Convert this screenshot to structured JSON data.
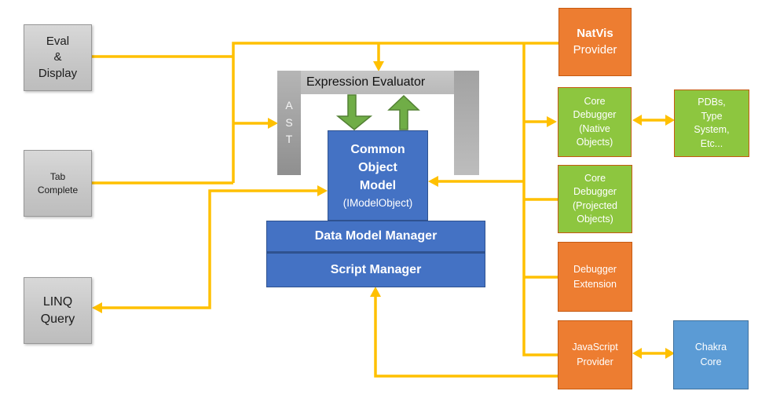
{
  "diagram": {
    "clients": [
      {
        "id": "eval-display",
        "label": "Eval\n&\nDisplay"
      },
      {
        "id": "tab-complete",
        "label": "Tab\nComplete"
      },
      {
        "id": "linq-query",
        "label": "LINQ\nQuery"
      }
    ],
    "core": {
      "ast_label": "A\nS\nT",
      "expression_evaluator_label": "Expression Evaluator",
      "common_object_model": {
        "title": "Common\nObject\nModel",
        "subtitle": "(IModelObject)"
      },
      "data_model_manager_label": "Data Model Manager",
      "script_manager_label": "Script Manager"
    },
    "providers": [
      {
        "id": "natvis-provider",
        "line1": "NatVis",
        "line2": "Provider"
      },
      {
        "id": "core-debugger-native",
        "label": "Core\nDebugger\n(Native\nObjects)"
      },
      {
        "id": "core-debugger-projected",
        "label": "Core\nDebugger\n(Projected\nObjects)"
      },
      {
        "id": "debugger-extension",
        "label": "Debugger\nExtension"
      },
      {
        "id": "javascript-provider",
        "label": "JavaScript\nProvider"
      }
    ],
    "external": [
      {
        "id": "pdbs",
        "label": "PDBs,\nType\nSystem,\nEtc..."
      },
      {
        "id": "chakra-core",
        "label": "Chakra\nCore"
      }
    ],
    "colors": {
      "connector_yellow": "#FFC000",
      "arrow_green": "#70AD47",
      "arrow_green_border": "#538135",
      "box_orange": "#ED7D31",
      "box_orange_border": "#C55A11",
      "box_green": "#8DC63F",
      "box_blue": "#4472C4",
      "box_light_blue": "#5B9BD5",
      "box_gray": "#C9C9C9"
    }
  }
}
